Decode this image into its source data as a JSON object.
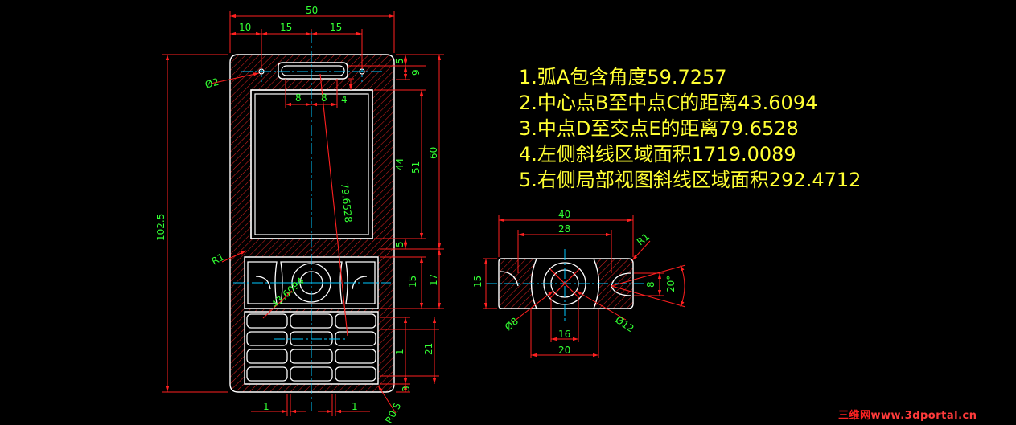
{
  "notes": [
    "1.弧A包含角度59.7257",
    "2.中心点B至中点C的距离43.6094",
    "3.中点D至交点E的距离79.6528",
    "4.左侧斜线区域面积1719.0089",
    "5.右侧局部视图斜线区域面积292.4712"
  ],
  "front_view": {
    "dims": {
      "overall_width": "50",
      "hole_offset": "10",
      "slot_left": "15",
      "slot_right": "15",
      "hole_dia": "Ø2",
      "slot_inner_left": "8",
      "slot_inner_right": "8",
      "gap_4": "4",
      "overall_height": "102.5",
      "top_5": "5",
      "top_9": "9",
      "screen_44": "44",
      "screen_51": "51",
      "screen_60": "60",
      "screen_bottom_5": "5",
      "nav_15": "15",
      "nav_17": "17",
      "keys_1": "1",
      "keys_21": "21",
      "bottom_3": "3",
      "fillet_r1": "R1",
      "fillet_r05": "R0.5",
      "bottom_1_left": "1",
      "bottom_1_right": "1",
      "diag_43": "43.6094",
      "diag_79": "79.6528"
    }
  },
  "side_view": {
    "dims": {
      "width_40": "40",
      "width_28": "28",
      "fillet_r1": "R1",
      "height_15": "15",
      "height_8": "8",
      "angle_20": "20°",
      "dia_8": "Ø8",
      "dia_12": "Ø12",
      "width_16": "16",
      "width_20": "20"
    }
  },
  "watermark": {
    "cn": "三维网",
    "url": "www.3dportal.cn"
  },
  "colors": {
    "background": "#000000",
    "outline": "#ffffff",
    "dimension": "#ff2020",
    "dim_text": "#33ff33",
    "center_line": "#00c8ff",
    "hatch": "#ff3030",
    "notes": "#ffff33"
  }
}
